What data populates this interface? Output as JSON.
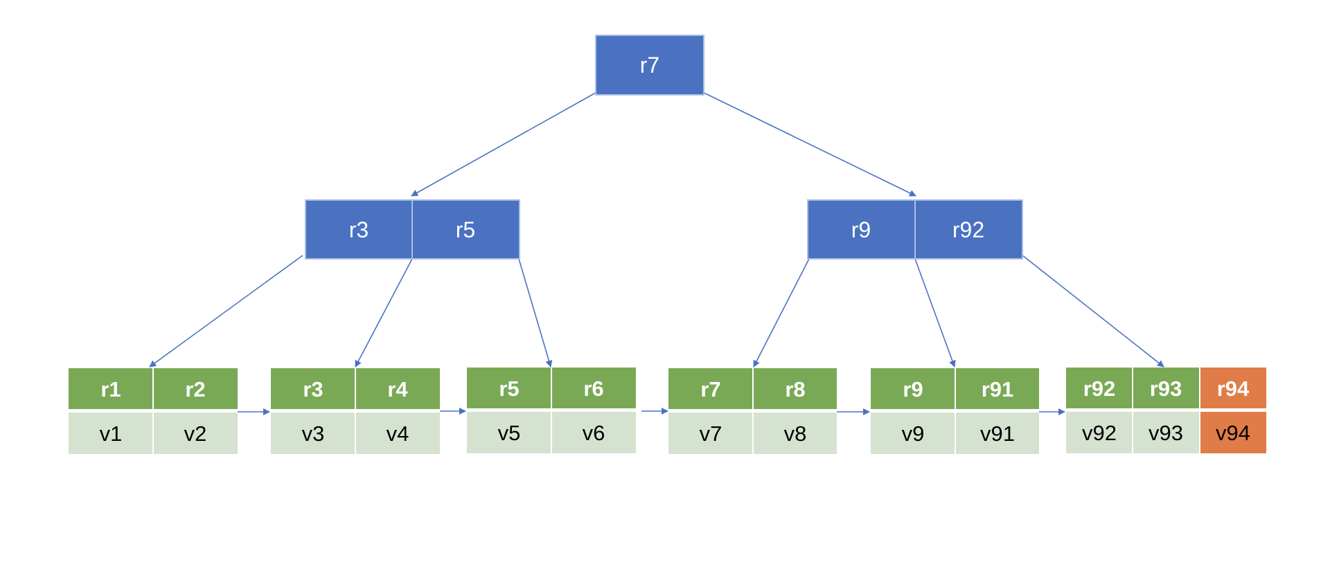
{
  "tree": {
    "root": {
      "keys": [
        "r7"
      ]
    },
    "internal": [
      {
        "keys": [
          "r3",
          "r5"
        ]
      },
      {
        "keys": [
          "r9",
          "r92"
        ]
      }
    ],
    "leaves": [
      {
        "keys": [
          "r1",
          "r2"
        ],
        "values": [
          "v1",
          "v2"
        ]
      },
      {
        "keys": [
          "r3",
          "r4"
        ],
        "values": [
          "v3",
          "v4"
        ]
      },
      {
        "keys": [
          "r5",
          "r6"
        ],
        "values": [
          "v5",
          "v6"
        ]
      },
      {
        "keys": [
          "r7",
          "r8"
        ],
        "values": [
          "v7",
          "v8"
        ]
      },
      {
        "keys": [
          "r9",
          "r91"
        ],
        "values": [
          "v9",
          "v91"
        ]
      },
      {
        "keys": [
          "r92",
          "r93",
          "r94"
        ],
        "values": [
          "v92",
          "v93",
          "v94"
        ],
        "highlight_index": 2
      }
    ]
  },
  "colors": {
    "internal_node": "#4a72c1",
    "leaf_key": "#7aa956",
    "leaf_value": "#d6e2d0",
    "highlight": "#e07c47",
    "edge": "#4a72c1"
  }
}
